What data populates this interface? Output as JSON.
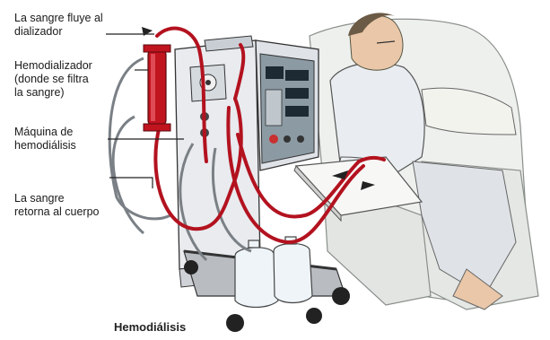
{
  "labels": {
    "blood_to_dialyzer": [
      "La sangre fluye al",
      "dializador"
    ],
    "hemodialyzer": [
      "Hemodializador",
      "(donde se filtra",
      "la sangre)"
    ],
    "machine": [
      "Máquina de",
      "hemodiálisis"
    ],
    "blood_returns": [
      "La sangre",
      "retorna al cuerpo"
    ]
  },
  "caption": "Hemodiálisis",
  "colors": {
    "blood": "#b3121f",
    "machine_body": "#e9ebef",
    "panel": "#8c9aa3",
    "line": "#222222"
  }
}
